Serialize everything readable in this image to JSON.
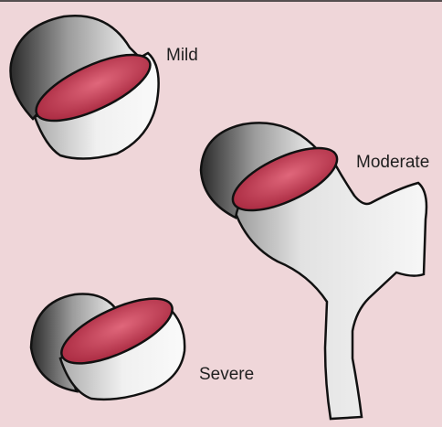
{
  "labels": {
    "mild": "Mild",
    "moderate": "Moderate",
    "severe": "Severe"
  },
  "colors": {
    "background": "#efd6d9",
    "cut_surface": "#d04f66",
    "outline": "#111111"
  }
}
